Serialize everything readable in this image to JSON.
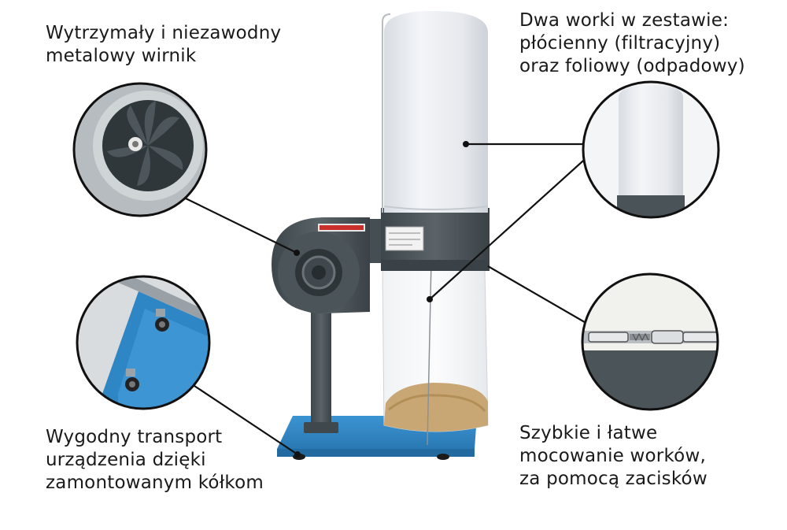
{
  "captions": {
    "impeller": {
      "line1": "Wytrzymały i niezawodny",
      "line2": "metalowy wirnik"
    },
    "bags": {
      "line1": "Dwa worki w zestawie:",
      "line2": "płócienny (filtracyjny)",
      "line3": "oraz foliowy (odpadowy)"
    },
    "transport": {
      "line1": "Wygodny transport",
      "line2": "urządzenia dzięki",
      "line3": "zamontowanym kółkom"
    },
    "clamps": {
      "line1": "Szybkie i łatwe",
      "line2": "mocowanie worków,",
      "line3": "za pomocą zacisków"
    }
  },
  "colors": {
    "machine_body": "#4a5358",
    "base_plate": "#2f86c4",
    "filter_bag": "#e8ebef",
    "leader_line": "#111111",
    "sawdust": "#c9a774"
  }
}
